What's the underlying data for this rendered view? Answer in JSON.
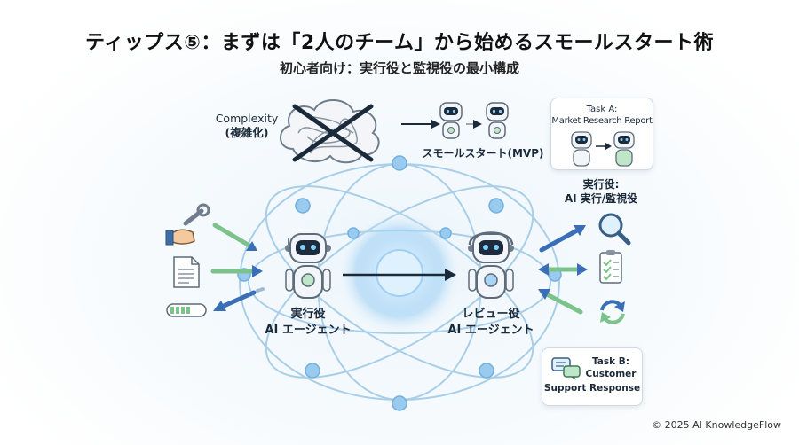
{
  "header": {
    "title": "ティップス⑤：まずは「2人のチーム」から始めるスモールスタート術",
    "subtitle": "初心者向け：実行役と監視役の最小構成"
  },
  "complexity": {
    "label_en": "Complexity",
    "label_ja": "(複雑化)"
  },
  "mvp": {
    "label": "スモールスタート(MVP)"
  },
  "task_a": {
    "line1": "Task A:",
    "line2": "Market Research Report"
  },
  "right_caption": {
    "line1": "実行役:",
    "line2": "AI 実行/監視役"
  },
  "executor": {
    "line1": "実行役",
    "line2": "AI エージェント"
  },
  "reviewer": {
    "line1": "レビュー役",
    "line2": "AI エージェント"
  },
  "task_b": {
    "line1": "Task B:",
    "line2": "Customer",
    "line3": "Support Response"
  },
  "footer": {
    "copyright": "© 2025 AI KnowledgeFlow"
  },
  "colors": {
    "node": "#8cc4ec",
    "orbit": "#a9cfe8",
    "arrow_green": "#7cc28b",
    "arrow_blue": "#3a6fb8",
    "robot_body": "#f2f6fa",
    "robot_face": "#1d2b3c"
  }
}
